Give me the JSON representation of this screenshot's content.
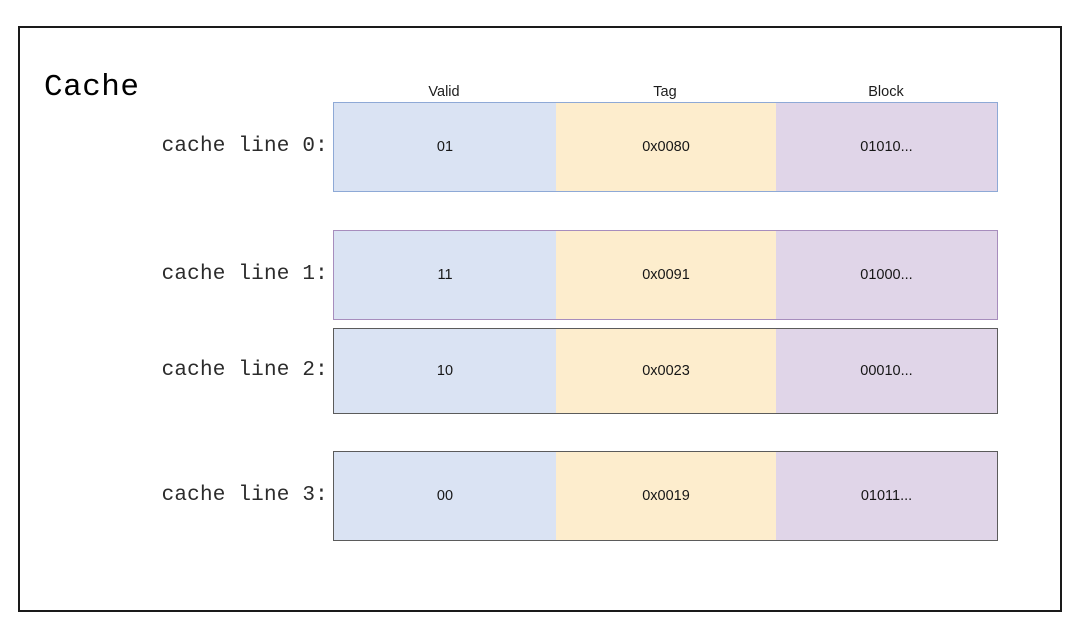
{
  "diagram": {
    "title": "Cache",
    "columns": [
      {
        "key": "valid",
        "label": "Valid"
      },
      {
        "key": "tag",
        "label": "Tag"
      },
      {
        "key": "block",
        "label": "Block"
      }
    ],
    "rows": [
      {
        "label": "cache line 0:",
        "valid": "01",
        "tag": "0x0080",
        "block": "01010..."
      },
      {
        "label": "cache line 1:",
        "valid": "11",
        "tag": "0x0091",
        "block": "01000..."
      },
      {
        "label": "cache line 2:",
        "valid": "10",
        "tag": "0x0023",
        "block": "00010..."
      },
      {
        "label": "cache line 3:",
        "valid": "00",
        "tag": "0x0019",
        "block": "01011..."
      }
    ],
    "colors": {
      "valid_fill": "#dae3f3",
      "tag_fill": "#fdedcd",
      "block_fill": "#e0d5e8",
      "frame_border": "#1a1a1a",
      "outline_blue": "#8ea9d6",
      "outline_purple": "#a78dbd",
      "outline_gray": "#5b5b5b",
      "background": "#ffffff"
    }
  }
}
